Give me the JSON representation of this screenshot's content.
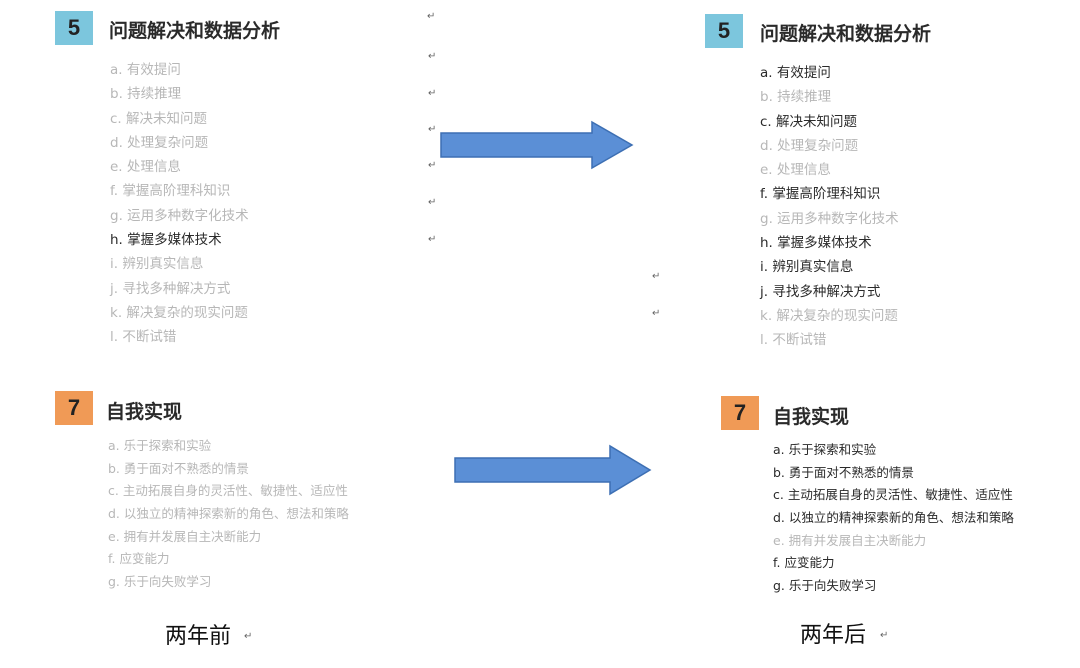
{
  "before": {
    "caption": "两年前",
    "section5": {
      "number": "5",
      "title": "问题解决和数据分析",
      "items": [
        {
          "text": "a. 有效提问",
          "highlighted": false
        },
        {
          "text": "b. 持续推理",
          "highlighted": false
        },
        {
          "text": "c. 解决未知问题",
          "highlighted": false
        },
        {
          "text": "d. 处理复杂问题",
          "highlighted": false
        },
        {
          "text": "e. 处理信息",
          "highlighted": false
        },
        {
          "text": "f. 掌握高阶理科知识",
          "highlighted": false
        },
        {
          "text": "g. 运用多种数字化技术",
          "highlighted": false
        },
        {
          "text": "h. 掌握多媒体技术",
          "highlighted": true
        },
        {
          "text": "i. 辨别真实信息",
          "highlighted": false
        },
        {
          "text": "j. 寻找多种解决方式",
          "highlighted": false
        },
        {
          "text": "k. 解决复杂的现实问题",
          "highlighted": false
        },
        {
          "text": "l. 不断试错",
          "highlighted": false
        }
      ]
    },
    "section7": {
      "number": "7",
      "title": "自我实现",
      "items": [
        {
          "text": "a. 乐于探索和实验",
          "highlighted": false
        },
        {
          "text": "b. 勇于面对不熟悉的情景",
          "highlighted": false
        },
        {
          "text": "c. 主动拓展自身的灵活性、敏捷性、适应性",
          "highlighted": false
        },
        {
          "text": "d. 以独立的精神探索新的角色、想法和策略",
          "highlighted": false
        },
        {
          "text": "e. 拥有并发展自主决断能力",
          "highlighted": false
        },
        {
          "text": "f. 应变能力",
          "highlighted": false
        },
        {
          "text": "g. 乐于向失败学习",
          "highlighted": false
        }
      ]
    }
  },
  "after": {
    "caption": "两年后",
    "section5": {
      "number": "5",
      "title": "问题解决和数据分析",
      "items": [
        {
          "text": "a. 有效提问",
          "highlighted": true
        },
        {
          "text": "b. 持续推理",
          "highlighted": false
        },
        {
          "text": "c. 解决未知问题",
          "highlighted": true
        },
        {
          "text": "d. 处理复杂问题",
          "highlighted": false
        },
        {
          "text": "e. 处理信息",
          "highlighted": false
        },
        {
          "text": "f. 掌握高阶理科知识",
          "highlighted": true
        },
        {
          "text": "g. 运用多种数字化技术",
          "highlighted": false
        },
        {
          "text": "h. 掌握多媒体技术",
          "highlighted": true
        },
        {
          "text": "i. 辨别真实信息",
          "highlighted": true
        },
        {
          "text": "j. 寻找多种解决方式",
          "highlighted": true
        },
        {
          "text": "k. 解决复杂的现实问题",
          "highlighted": false
        },
        {
          "text": "l. 不断试错",
          "highlighted": false
        }
      ]
    },
    "section7": {
      "number": "7",
      "title": "自我实现",
      "items": [
        {
          "text": "a. 乐于探索和实验",
          "highlighted": true
        },
        {
          "text": "b. 勇于面对不熟悉的情景",
          "highlighted": true
        },
        {
          "text": "c. 主动拓展自身的灵活性、敏捷性、适应性",
          "highlighted": true
        },
        {
          "text": "d. 以独立的精神探索新的角色、想法和策略",
          "highlighted": true
        },
        {
          "text": "e. 拥有并发展自主决断能力",
          "highlighted": false
        },
        {
          "text": "f. 应变能力",
          "highlighted": true
        },
        {
          "text": "g. 乐于向失败学习",
          "highlighted": true
        }
      ]
    }
  },
  "colors": {
    "badge5": "#7cc6dd",
    "badge7": "#f09a56",
    "arrow_fill": "#5b8fd6",
    "arrow_stroke": "#3d6fb3",
    "text_highlighted": "#2a2a2a",
    "text_dimmed": "#b7b7b7"
  },
  "icons": {
    "arrow": "right-arrow-icon",
    "paragraph_mark": "return-arrow-icon"
  }
}
